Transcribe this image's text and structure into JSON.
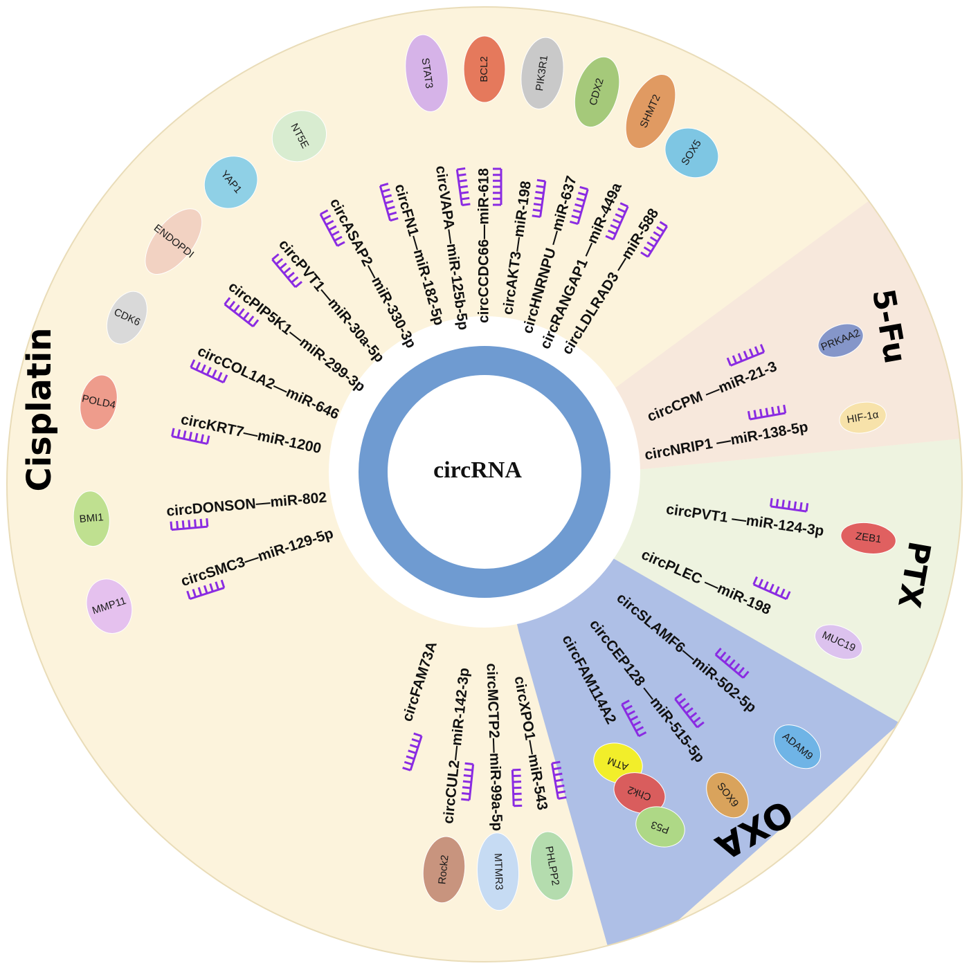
{
  "center_label": "circRNA",
  "colors": {
    "cisplatin": "#fcf3dc",
    "fu": "#f7e8dc",
    "ptx": "#eef3e0",
    "oxa": "#aebfe6",
    "ring": "#6f9bd1",
    "comb": "#8a2be2"
  },
  "sectors": {
    "cisplatin": "Cisplatin",
    "fu": "5-Fu",
    "ptx": "PTX",
    "oxa": "OXA"
  },
  "axes": [
    {
      "text": "circLDLRAD3 —miR-588",
      "gene": "SOX5",
      "gene_color": "#7ec6e3"
    },
    {
      "text": "circRANGAP1 —miR-449a",
      "gene": "SHMT2",
      "gene_color": "#e09a62"
    },
    {
      "text": "circHNRNPU —miR-637",
      "gene": "CDX2",
      "gene_color": "#a5c97a"
    },
    {
      "text": "circAKT3—miR-198",
      "gene": "PIK3R1",
      "gene_color": "#c9c9c9"
    },
    {
      "text": "circCCDC66—miR-618",
      "gene": "BCL2",
      "gene_color": "#e5795c"
    },
    {
      "text": "circVAPA—miR-125b-5p",
      "gene": "STAT3",
      "gene_color": "#d6b3e8"
    },
    {
      "text": "circFN1—miR-182-5p",
      "gene": "",
      "gene_color": ""
    },
    {
      "text": "circASAP2—miR-330-3p",
      "gene": "NT5E",
      "gene_color": "#d8ecd0"
    },
    {
      "text": "circPVT1—miR-30a-5p",
      "gene": "YAP1",
      "gene_color": "#8fd0e6"
    },
    {
      "text": "circPIP5K1—miR-299-3p",
      "gene": "ENDOPDI",
      "gene_color": "#f2d2c2"
    },
    {
      "text": "circCOL1A2—miR-646",
      "gene": "CDK6",
      "gene_color": "#d9d9d9"
    },
    {
      "text": "circKRT7—miR-1200",
      "gene": "POLD4",
      "gene_color": "#ee9c8c"
    },
    {
      "text": "circDONSON—miR-802",
      "gene": "BMI1",
      "gene_color": "#bfe090"
    },
    {
      "text": "circSMC3—miR-129-5p",
      "gene": "MMP11",
      "gene_color": "#e5c1ee"
    },
    {
      "text": "circFAM73A",
      "gene": "",
      "gene_color": ""
    },
    {
      "text": "circCUL2—miR-142-3p",
      "gene": "Rock2",
      "gene_color": "#c8947e"
    },
    {
      "text": "circMCTP2—miR-99a-5p",
      "gene": "MTMR3",
      "gene_color": "#c6dbf3"
    },
    {
      "text": "circXPO1—miR-543",
      "gene": "PHLPP2",
      "gene_color": "#b4dcae"
    },
    {
      "text": "circFAM114A2",
      "gene": "",
      "gene_color": ""
    },
    {
      "text": "circCEP128 —miR-515-5p",
      "gene": "SOX9",
      "gene_color": "#d9a35c"
    },
    {
      "text": "circSLAMF6—miR-502-5p",
      "gene": "ADAM9",
      "gene_color": "#6fb4e6"
    },
    {
      "text": "circPLEC —miR-198",
      "gene": "MUC19",
      "gene_color": "#dcc2ee"
    },
    {
      "text": "circPVT1 —miR-124-3p",
      "gene": "ZEB1",
      "gene_color": "#e06060"
    },
    {
      "text": "circNRIP1 —miR-138-5p",
      "gene": "HIF-1α",
      "gene_color": "#f7e2aa"
    },
    {
      "text": "circCPM —miR-21-3",
      "gene": "PRKAA2",
      "gene_color": "#8596c9"
    }
  ],
  "oxa_genes": [
    {
      "gene": "ATM",
      "gene_color": "#f2ee2a"
    },
    {
      "gene": "Chk2",
      "gene_color": "#d95d5d"
    },
    {
      "gene": "P53",
      "gene_color": "#aed886"
    }
  ]
}
